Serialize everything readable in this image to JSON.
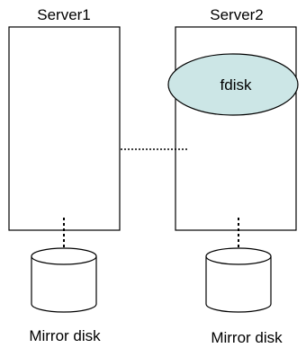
{
  "diagram": {
    "servers": [
      {
        "label": "Server1"
      },
      {
        "label": "Server2"
      }
    ],
    "process": {
      "label": "fdisk"
    },
    "disks": [
      {
        "label": "Mirror disk"
      },
      {
        "label": "Mirror disk"
      }
    ]
  },
  "colors": {
    "stroke": "#000000",
    "background": "#ffffff",
    "process_fill": "#cce6e6"
  }
}
